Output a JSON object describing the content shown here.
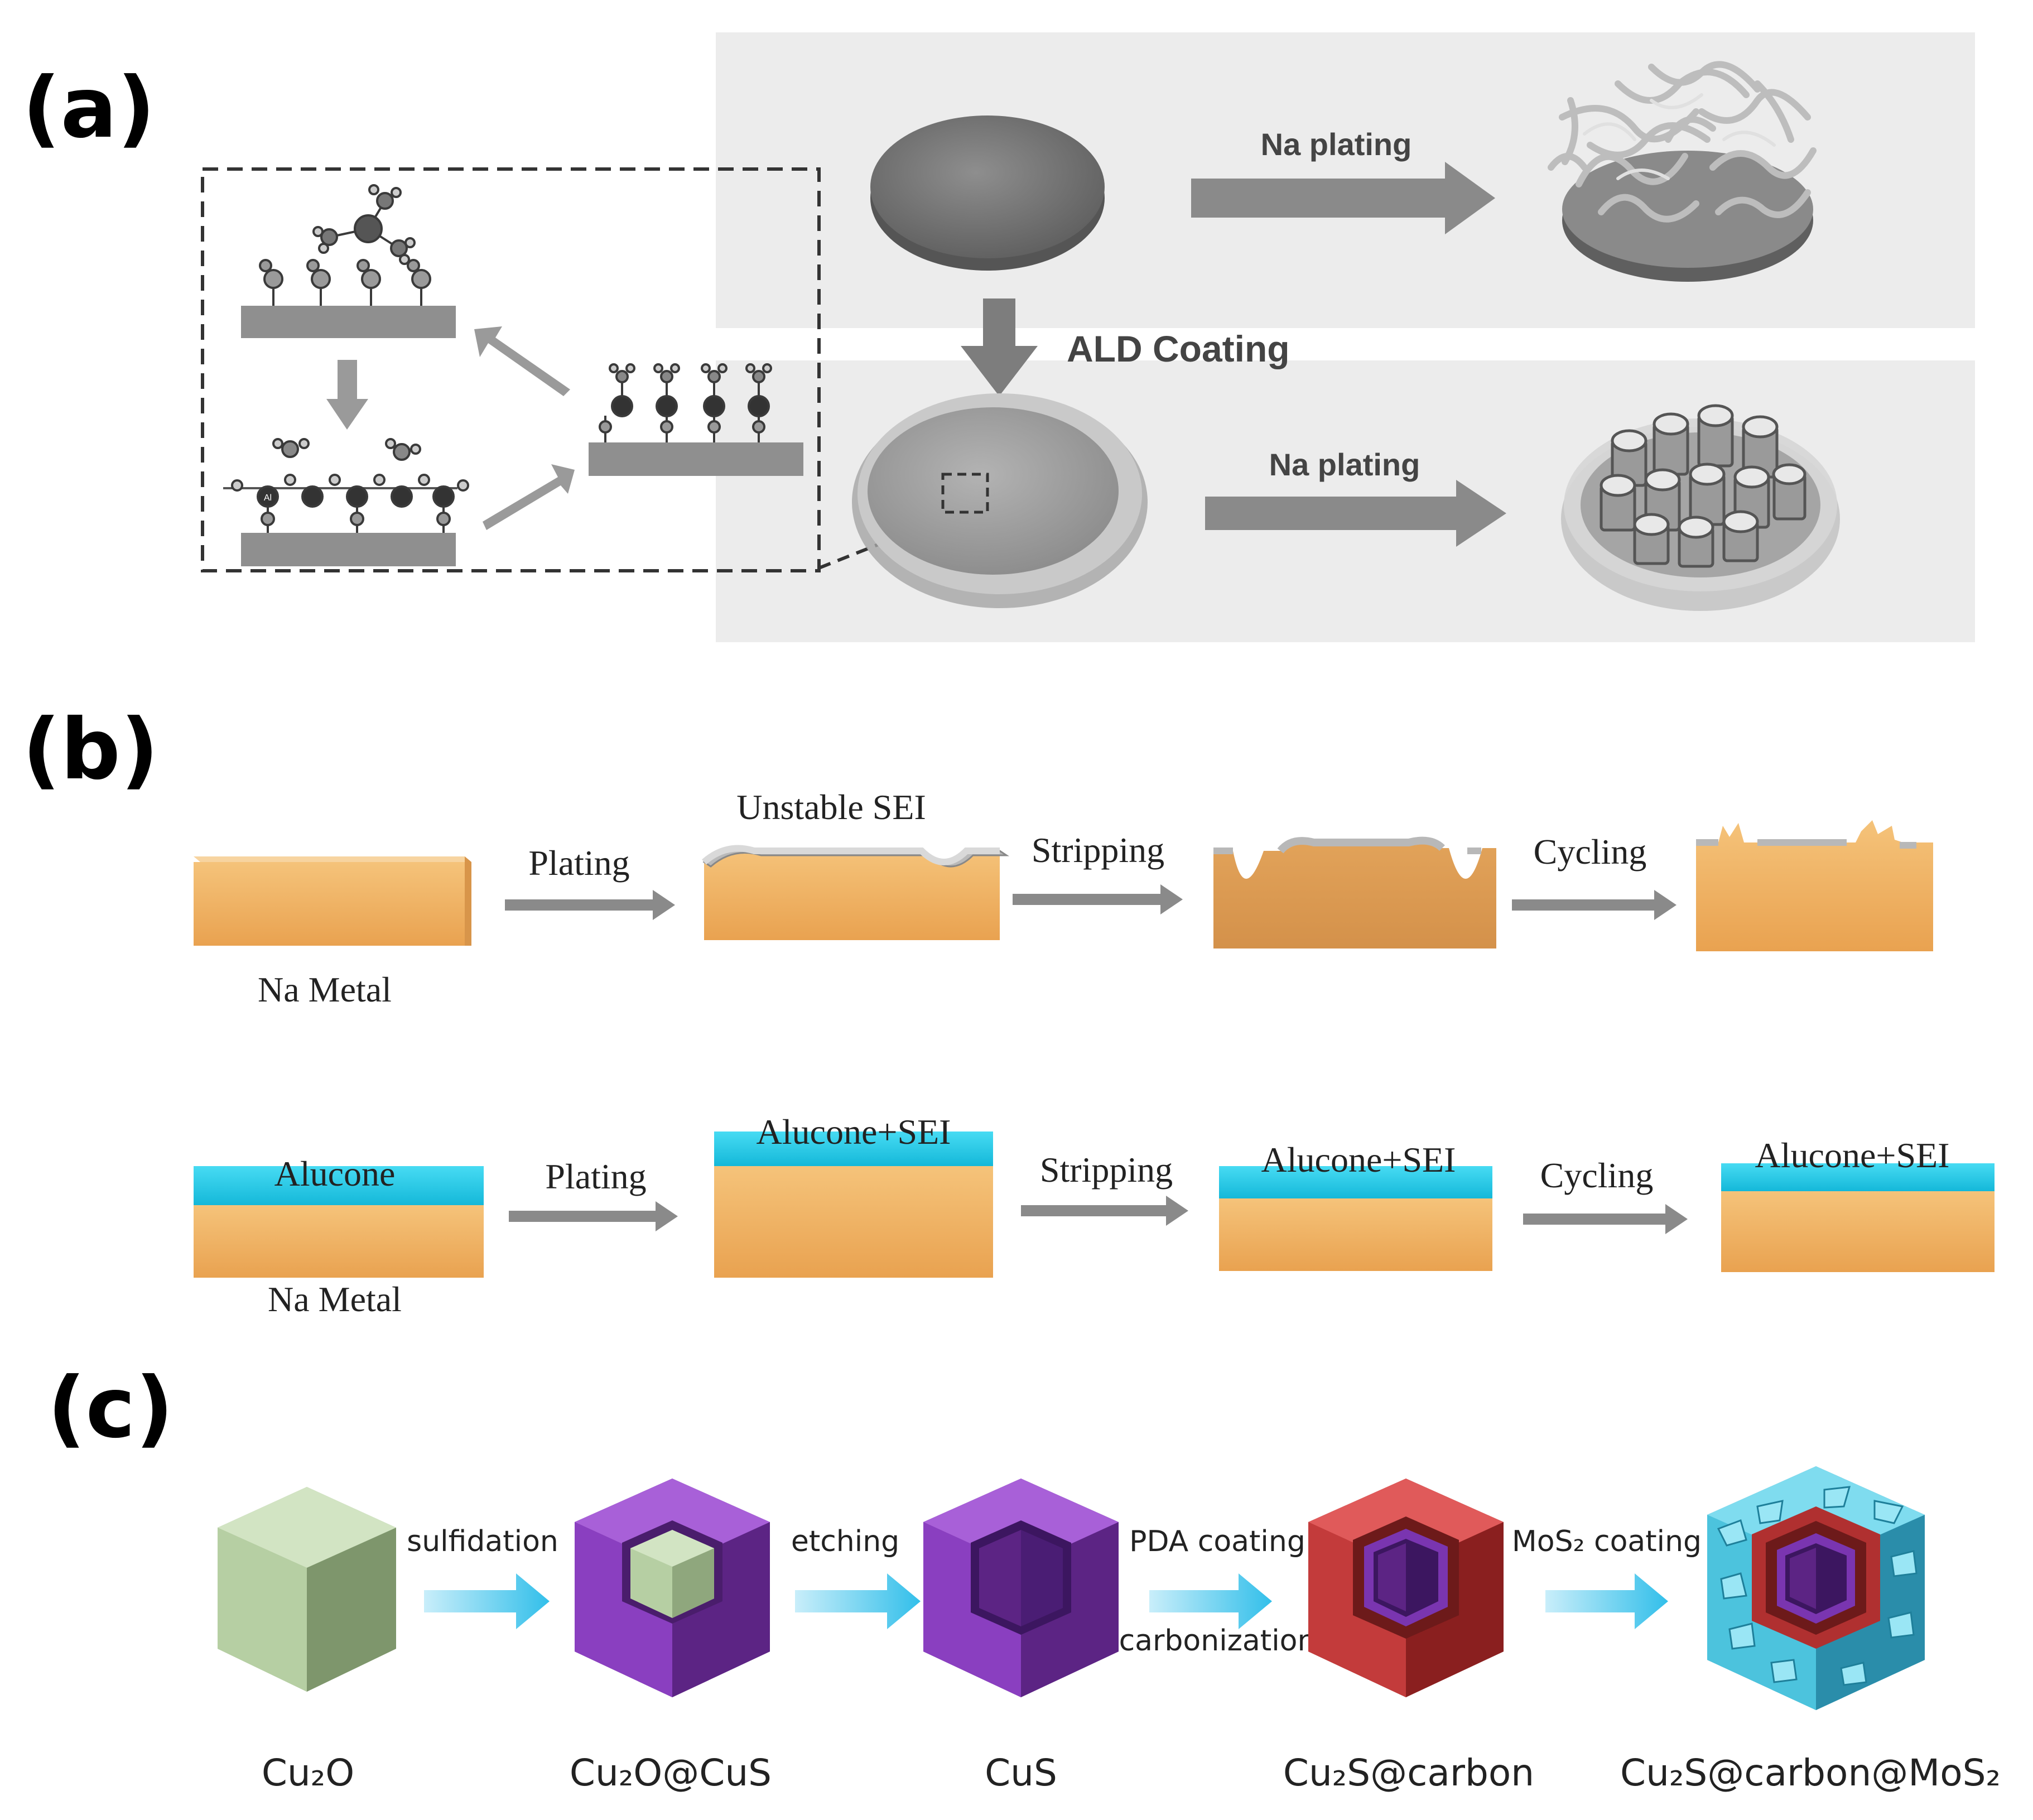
{
  "panel_a": {
    "label": "(a)",
    "top_arrow_label": "Na plating",
    "bottom_arrow_label": "Na plating",
    "ald_label": "ALD Coating",
    "atom_label": "Al"
  },
  "panel_b": {
    "label": "(b)",
    "row1": {
      "na_metal": "Na Metal",
      "plating": "Plating",
      "unstable_sei": "Unstable SEI",
      "stripping": "Stripping",
      "cycling": "Cycling"
    },
    "row2": {
      "alucone": "Alucone",
      "na_metal": "Na Metal",
      "plating": "Plating",
      "alucone_sei_1": "Alucone+SEI",
      "stripping": "Stripping",
      "alucone_sei_2": "Alucone+SEI",
      "cycling": "Cycling",
      "alucone_sei_3": "Alucone+SEI"
    }
  },
  "panel_c": {
    "label": "(c)",
    "arrow_sulfidation": "sulfidation",
    "arrow_etching": "etching",
    "arrow_pda": "PDA coating",
    "arrow_carbonization": "carbonization",
    "arrow_mos2": "MoS₂ coating",
    "cube_cu2o": "Cu₂O",
    "cube_cu2o_cus": "Cu₂O@CuS",
    "cube_cus": "CuS",
    "cube_cu2s_carbon": "Cu₂S@carbon",
    "cube_cu2s_carbon_mos2": "Cu₂S@carbon@MoS₂"
  },
  "colors": {
    "na_metal": "#f0b061",
    "alucone": "#1ec8e6",
    "sei": "#b9b9b9",
    "green_cube": "#b9d3a4",
    "purple_cube": "#8a3fc0",
    "red_cube": "#c33b3b",
    "mos2": "#4cc3dd",
    "arrow_grey": "#8a8a8a",
    "arrow_blue": "#3cc4ec"
  }
}
